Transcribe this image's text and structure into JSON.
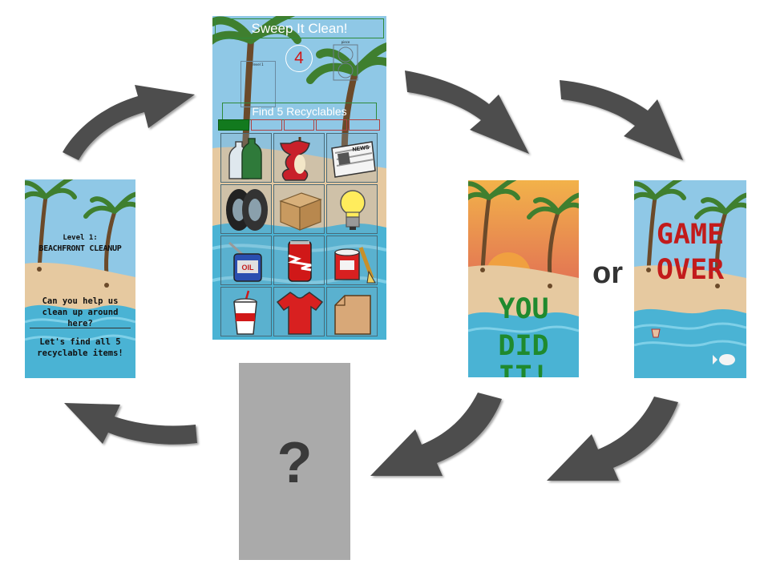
{
  "intro_screen": {
    "level_label": "Level 1:",
    "level_name": "BEACHFRONT CLEANUP",
    "prompt": "Can you help us clean up around here?",
    "instruction": "Let's find all 5 recyclable items!"
  },
  "game_screen": {
    "title": "Sweep It Clean!",
    "level_box_label": "level 1",
    "piece_box_label": "piece",
    "counter": "4",
    "objective": "Find 5 Recyclables",
    "progress": {
      "found": 1,
      "total": 5
    },
    "items": [
      {
        "name": "plastic-bottles-icon"
      },
      {
        "name": "apple-core-icon"
      },
      {
        "name": "newspaper-icon",
        "text": "NEWS"
      },
      {
        "name": "tires-icon"
      },
      {
        "name": "cardboard-box-icon"
      },
      {
        "name": "light-bulb-icon"
      },
      {
        "name": "oil-can-icon",
        "text": "OIL"
      },
      {
        "name": "soda-can-icon"
      },
      {
        "name": "paint-can-icon"
      },
      {
        "name": "soda-cup-icon"
      },
      {
        "name": "red-shirt-icon"
      },
      {
        "name": "paper-bag-icon"
      }
    ]
  },
  "win_screen": {
    "line1": "YOU",
    "line2": "DID IT!"
  },
  "lose_screen": {
    "line1": "GAME",
    "line2": "OVER"
  },
  "connector": "or",
  "mystery_screen": {
    "symbol": "?"
  },
  "colors": {
    "sky": "#8fc8e6",
    "sand": "#e6c9a0",
    "sea": "#4ab3d4",
    "win_text": "#1f8a2e",
    "lose_text": "#c21b1b",
    "arrow": "#4d4d4d",
    "mystery_bg": "#aaaaaa"
  }
}
